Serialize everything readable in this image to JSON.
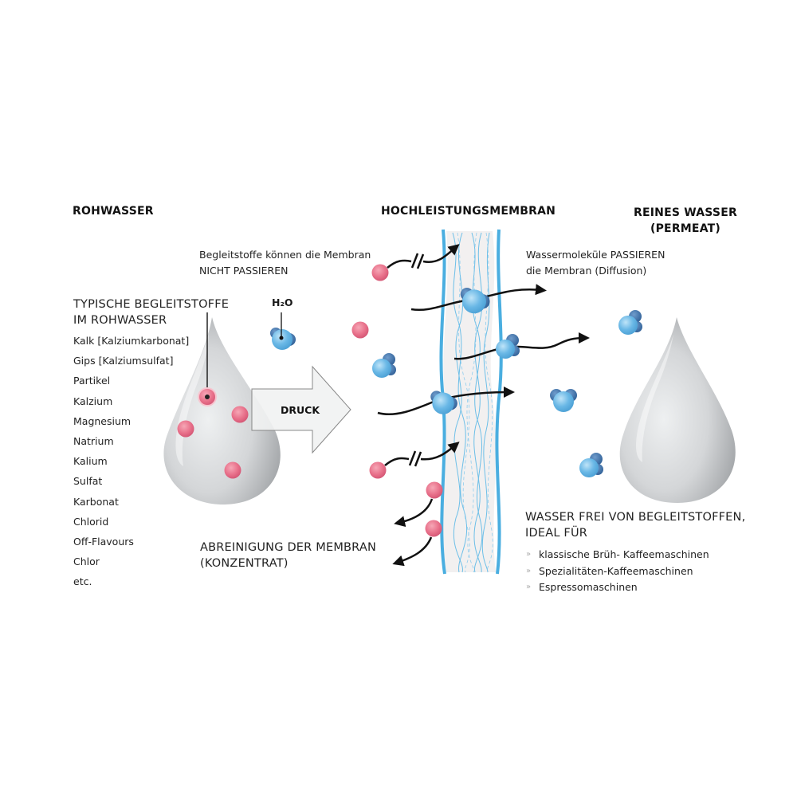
{
  "headings": {
    "raw_water": "ROHWASSER",
    "membrane": "HOCHLEISTUNGSMEMBRAN",
    "pure_water_line1": "REINES WASSER",
    "pure_water_line2": "(PERMEAT)"
  },
  "annotations": {
    "blocked_line1": "Begleitstoffe können die Membran",
    "blocked_line2": "NICHT PASSIEREN",
    "pass_line1": "Wassermoleküle PASSIEREN",
    "pass_line2": "die Membran (Diffusion)",
    "h2o_label": "H₂O",
    "pressure_label": "DRUCK",
    "cleaning_line1": "ABREINIGUNG DER MEMBRAN",
    "cleaning_line2": "(KONZENTRAT)"
  },
  "impurities": {
    "title_line1": "TYPISCHE BEGLEITSTOFFE",
    "title_line2": "IM ROHWASSER",
    "items": [
      "Kalk [Kalziumkarbonat]",
      "Gips [Kalziumsulfat]",
      "Partikel",
      "Kalzium",
      "Magnesium",
      "Natrium",
      "Kalium",
      "Sulfat",
      "Karbonat",
      "Chlorid",
      "Off-Flavours",
      "Chlor",
      "etc."
    ]
  },
  "result": {
    "title_line1": "WASSER FREI VON BEGLEITSTOFFEN,",
    "title_line2": "IDEAL FÜR",
    "bullet_mark": "»",
    "items": [
      "klassische Brüh- Kaffeemaschinen",
      "Spezialitäten-Kaffeemaschinen",
      "Espressomaschinen"
    ]
  },
  "colors": {
    "impurity_pink": "#e8708a",
    "water_light_blue": "#6ab8e6",
    "water_dark_blue": "#3d74ad",
    "membrane_blue": "#4aaee0",
    "drop_gray": "#c8cacc",
    "arrow_black": "#111111"
  }
}
